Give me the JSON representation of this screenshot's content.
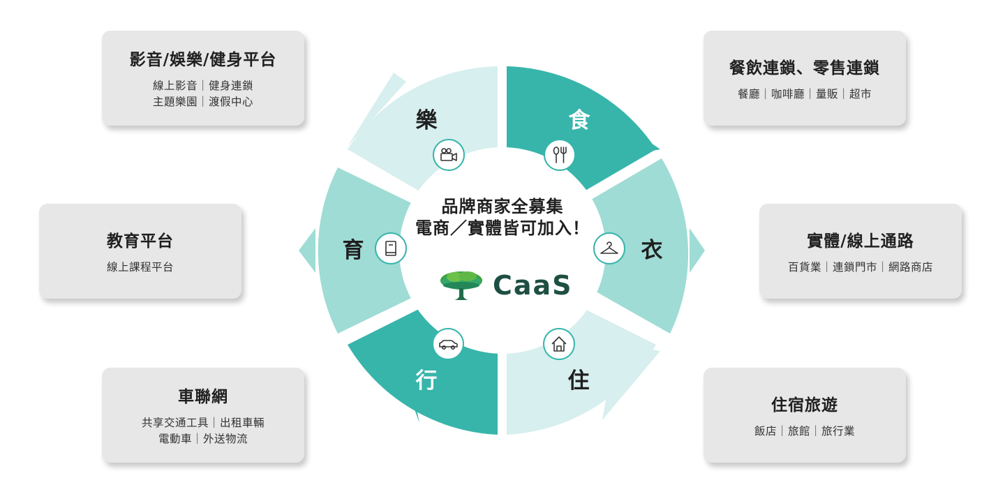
{
  "colors": {
    "dark": "#37b5ab",
    "medium": "#9edcd5",
    "light": "#d7efee",
    "card": "#e7e7e7",
    "logo_text": "#1e4f42"
  },
  "center": {
    "line1": "品牌商家全募集",
    "line2": "電商／實體皆可加入！",
    "logo_name": "CaaS",
    "logo_icon": "tree-icon"
  },
  "segments": [
    {
      "key": "shi",
      "label": "食",
      "icon": "fork-knife-icon"
    },
    {
      "key": "yi",
      "label": "衣",
      "icon": "hanger-icon"
    },
    {
      "key": "zhu",
      "label": "住",
      "icon": "house-icon"
    },
    {
      "key": "xing",
      "label": "行",
      "icon": "car-icon"
    },
    {
      "key": "yu",
      "label": "育",
      "icon": "book-icon"
    },
    {
      "key": "le",
      "label": "樂",
      "icon": "video-camera-icon"
    }
  ],
  "cards": [
    {
      "title": "餐飲連鎖、零售連鎖",
      "lines": [
        "餐廳｜咖啡廳｜量販｜超市"
      ]
    },
    {
      "title": "實體/線上通路",
      "lines": [
        "百貨業｜連鎖門市｜網路商店"
      ]
    },
    {
      "title": "住宿旅遊",
      "lines": [
        "飯店｜旅館｜旅行業"
      ]
    },
    {
      "title": "車聯網",
      "lines": [
        "共享交通工具｜出租車輛",
        "電動車｜外送物流"
      ]
    },
    {
      "title": "教育平台",
      "lines": [
        "線上課程平台"
      ]
    },
    {
      "title": "影音/娛樂/健身平台",
      "lines": [
        "線上影音｜健身連鎖",
        "主題樂園｜渡假中心"
      ]
    }
  ]
}
